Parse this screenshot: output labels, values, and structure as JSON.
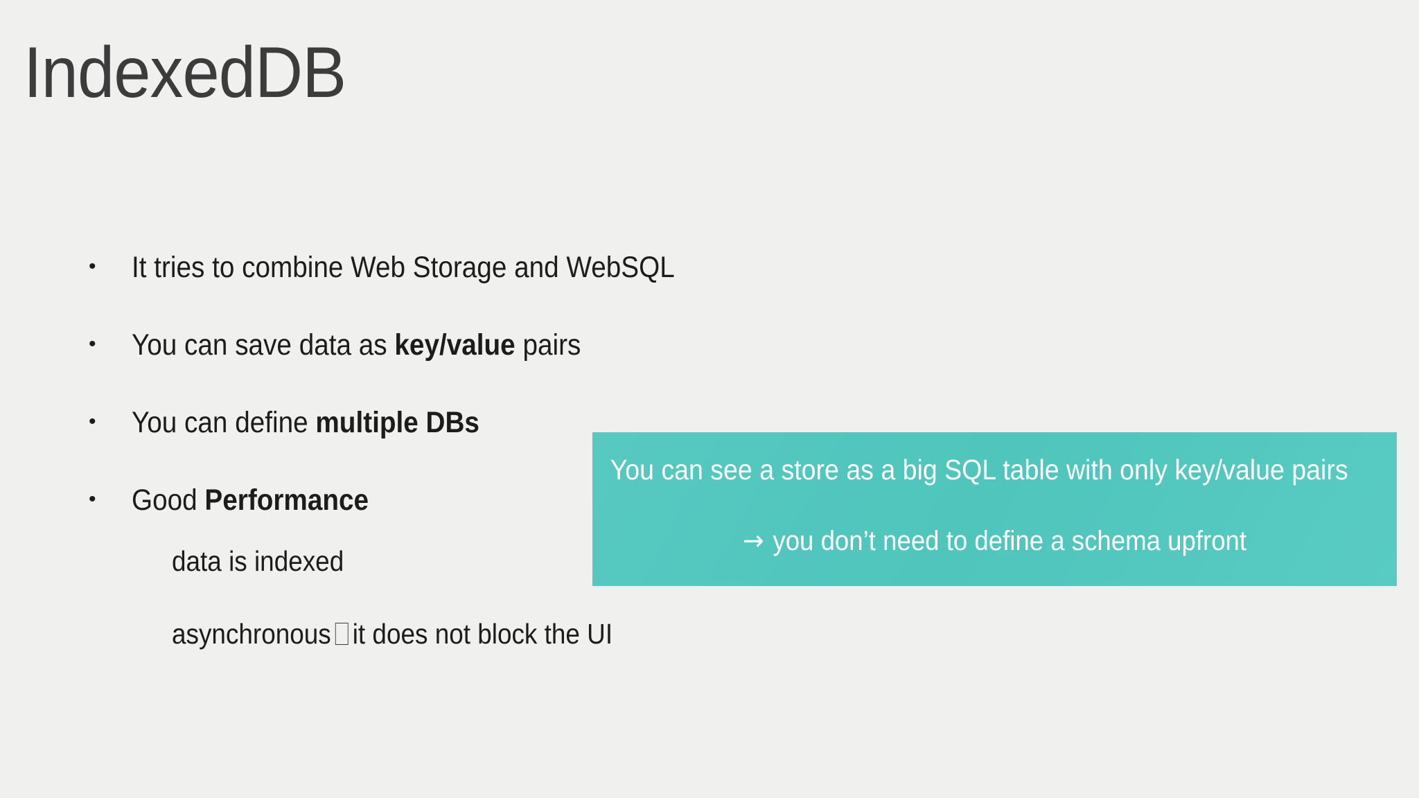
{
  "slide": {
    "title": "IndexedDB",
    "background_color": "#F0F0EF",
    "title_color": "#3C3C3C",
    "text_color": "#1C1C1C",
    "accent_color": "#55C8C0",
    "bullet_marker": "•"
  },
  "bullets": [
    {
      "marker": "•",
      "pre": "It tries to combine Web Storage and WebSQL",
      "bold": "",
      "post": ""
    },
    {
      "marker": "•",
      "pre": "You can save data as ",
      "bold": "key/value",
      "post": " pairs"
    },
    {
      "marker": "•",
      "pre": "You can define ",
      "bold": "multiple DBs",
      "post": ""
    },
    {
      "marker": "•",
      "pre": "Good ",
      "bold": "Performance",
      "post": ""
    }
  ],
  "subitems": [
    {
      "pre": "data is indexed",
      "has_tofu": false,
      "post": ""
    },
    {
      "pre": "asynchronous",
      "has_tofu": true,
      "post": "it does not block the UI"
    }
  ],
  "callout": {
    "line1": "You can see a store as a big SQL table with only key/value pairs",
    "arrow": "→",
    "line2": "you don’t need to define a schema upfront",
    "background_color": "#55C8C0",
    "text_color": "#FFFFFF"
  }
}
